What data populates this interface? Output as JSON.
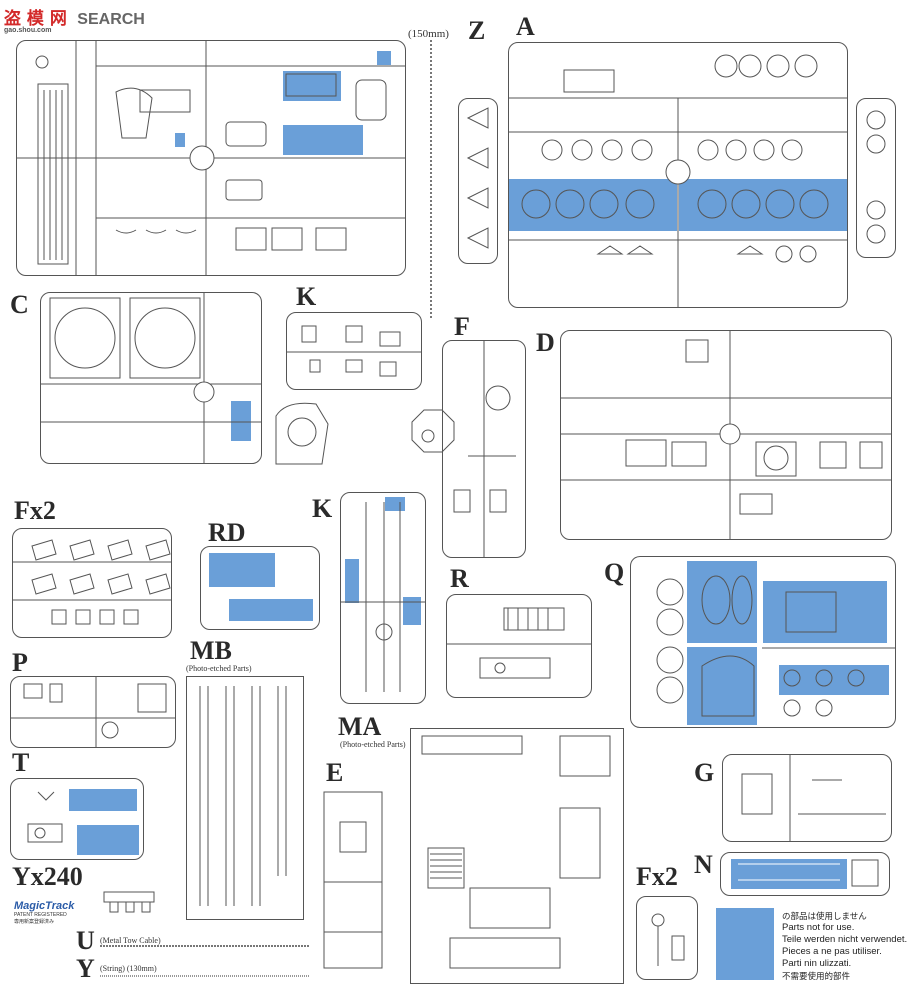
{
  "watermark": {
    "logo_glyphs": "盗 模 网",
    "search": "SEARCH",
    "url": "gao.shou.com"
  },
  "title_note": "(150mm)",
  "sprues": {
    "Z": "Z",
    "A": "A",
    "C": "C",
    "K1": "K",
    "F": "F",
    "D": "D",
    "Fx2_top": "Fx2",
    "RD": "RD",
    "K2": "K",
    "R": "R",
    "Q": "Q",
    "P": "P",
    "MB": "MB",
    "MA": "MA",
    "E": "E",
    "T": "T",
    "G": "G",
    "Yx240": "Yx240",
    "U": "U",
    "Y": "Y",
    "N": "N",
    "Fx2_bottom": "Fx2"
  },
  "subtitles": {
    "MB": "(Photo-etched Parts)",
    "MA": "(Photo-etched Parts)",
    "U": "(Metal Tow Cable)",
    "Y": "(String) (130mm)"
  },
  "magic_track": {
    "brand": "MagicTrack",
    "line1": "PATENT REGISTERED",
    "line2": "専用新案登録済み"
  },
  "legend": {
    "lines": [
      "の部品は使用しません",
      "Parts not for use.",
      "Teile werden nicht verwendet.",
      "Pieces a ne pas utiliser.",
      "Parti nin ulizzati.",
      "不需要使用的部件"
    ]
  },
  "colors": {
    "unused_parts": "#6a9fd8",
    "line": "#555555"
  }
}
